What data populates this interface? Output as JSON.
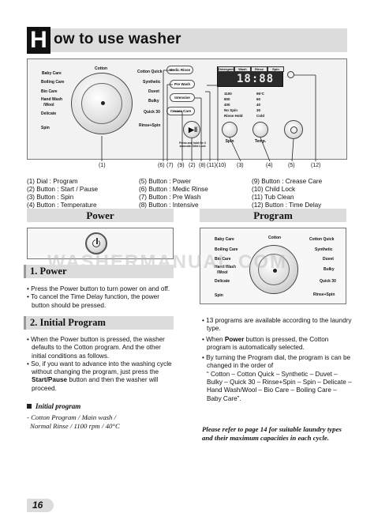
{
  "header": {
    "letter": "H",
    "title": "ow to use washer"
  },
  "panel": {
    "dial_labels_left": [
      "Baby Care",
      "Boiling Care",
      "Bio Care",
      "Hand Wash",
      "/Wool",
      "Delicate",
      "Spin"
    ],
    "dial_labels_top": "Cotton",
    "dial_labels_right": [
      "Cotton Quick",
      "Synthetic",
      "Duvet",
      "Bulky",
      "Quick 30",
      "Rinse+Spin"
    ],
    "buttons": [
      "Medic Rinse",
      "Pre Wash",
      "Intensive",
      "Crease Care"
    ],
    "display_tabs": [
      "Detergent",
      "Wash",
      "Rinse",
      "Spin"
    ],
    "display_digits": "18:88",
    "rpm_options": [
      "1100",
      "800",
      "400",
      "No Spin",
      "Rinse Hold"
    ],
    "temp_options": [
      "95°C",
      "60",
      "40",
      "30",
      "Cold"
    ],
    "round_buttons": [
      "Spin",
      "Temp."
    ],
    "small_note": "Press and hold for 3 seconds Child Lock",
    "callouts": [
      "(1)",
      "(6)",
      "(7)",
      "(9)",
      "(2)",
      "(8)",
      "(11)",
      "(10)",
      "(3)",
      "(4)",
      "(5)",
      "(12)"
    ]
  },
  "legend": {
    "col1": [
      "(1) Dial : Program",
      "(2) Button : Start / Pause",
      "(3) Button : Spin",
      "(4) Button : Temperature"
    ],
    "col2": [
      "(5) Button : Power",
      "(6) Button : Medic Rinse",
      "(7) Button : Pre Wash",
      "(8) Button : Intensive"
    ],
    "col3": [
      "(9) Button : Crease Care",
      "(10) Child Lock",
      "(11) Tub Clean",
      "(12) Button : Time Delay"
    ]
  },
  "sections": {
    "power": "Power",
    "program": "Program"
  },
  "watermark": "WASHERMANUAL.COM",
  "program_dial": {
    "left": [
      "Baby Care",
      "Boiling Care",
      "Bio Care",
      "Hand Wash",
      "/Wool",
      "Delicate",
      "Spin"
    ],
    "top": "Cotton",
    "right": [
      "Cotton Quick",
      "Synthetic",
      "Duvet",
      "Bulky",
      "Quick 30",
      "Rinse+Spin"
    ]
  },
  "power_section": {
    "heading": "1. Power",
    "bullets": [
      "Press the Power button to turn power on and off.",
      "To cancel the Time Delay function, the power button should be pressed."
    ]
  },
  "initial_program": {
    "heading": "2. Initial Program",
    "bullet1": "When the Power button is pressed, the washer defaults to the Cotton program. And the other initial conditions as follows.",
    "bullet2_a": "So, if you want to advance into the washing cycle without changing the program, just press the ",
    "bullet2_bold": "Start/Pause",
    "bullet2_b": " button and then the washer will proceed.",
    "note_title": "Initial program",
    "note_line1": "- Cotton Program / Main wash /",
    "note_line2": "Normal Rinse / 1100 rpm / 40°C"
  },
  "program_section": {
    "bullet1": "13 programs are available according to the laundry type.",
    "bullet2_a": "When ",
    "bullet2_bold": "Power",
    "bullet2_b": " button is pressed, the Cotton program is automatically selected.",
    "bullet3": "By turning the Program dial, the program is can be changed in the order of",
    "order": "“ Cotton – Cotton Quick – Synthetic – Duvet – Bulky – Quick 30  – Rinse+Spin – Spin – Delicate – Hand Wash/Wool – Bio Care – Boiling Care – Baby Care”.",
    "note": "Please refer to page 14 for suitable laundry types and their maximum capacities in each cycle."
  },
  "page_number": "16"
}
